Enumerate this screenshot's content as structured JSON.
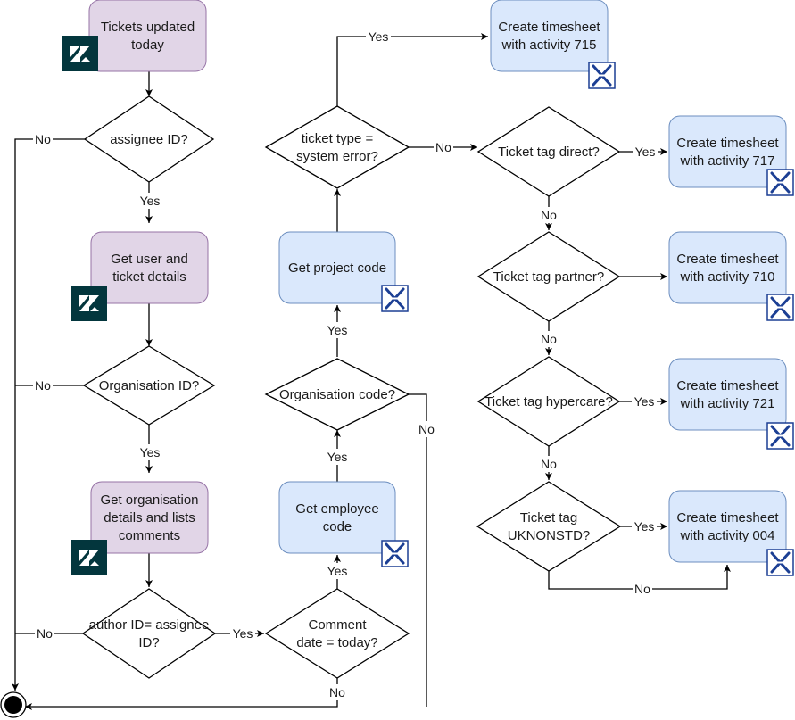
{
  "colors": {
    "zendesk_box_fill": "#e1d5e7",
    "zendesk_box_stroke": "#9673a6",
    "xero_box_fill": "#dae8fc",
    "xero_box_stroke": "#6c8ebf",
    "zendesk_logo_bg": "#03363d",
    "xero_icon_stroke": "#1c3f94",
    "line": "#000000"
  },
  "icons": {
    "zendesk": "zendesk-logo-icon",
    "xero": "xero-x-icon",
    "end": "end-terminal-icon"
  },
  "nodes": {
    "tickets_updated": [
      "Tickets updated",
      "today"
    ],
    "assignee_id": [
      "assignee ID?"
    ],
    "get_user_ticket": [
      "Get user and",
      "ticket details"
    ],
    "organisation_id": [
      "Organisation ID?"
    ],
    "get_org_details": [
      "Get organisation",
      "details and lists",
      "comments"
    ],
    "author_id": [
      "author ID= assignee",
      "ID?"
    ],
    "comment_date": [
      "Comment",
      "date = today?"
    ],
    "get_employee_code": [
      "Get employee",
      "code"
    ],
    "organisation_code": [
      "Organisation code?"
    ],
    "get_project_code": [
      "Get project code"
    ],
    "ticket_type": [
      "ticket type  =",
      "system error?"
    ],
    "ts_715": [
      "Create timesheet",
      "with activity 715"
    ],
    "tag_direct": [
      "Ticket tag direct?"
    ],
    "ts_717": [
      "Create timesheet",
      "with activity 717"
    ],
    "tag_partner": [
      "Ticket tag partner?"
    ],
    "ts_710": [
      "Create timesheet",
      "with activity 710"
    ],
    "tag_hypercare": [
      "Ticket tag hypercare?"
    ],
    "ts_721": [
      "Create timesheet",
      "with activity 721"
    ],
    "tag_uknonstd": [
      "Ticket tag",
      "UKNONSTD?"
    ],
    "ts_004": [
      "Create timesheet",
      "with activity 004"
    ]
  },
  "edge_labels": {
    "yes": "Yes",
    "no": "No"
  }
}
